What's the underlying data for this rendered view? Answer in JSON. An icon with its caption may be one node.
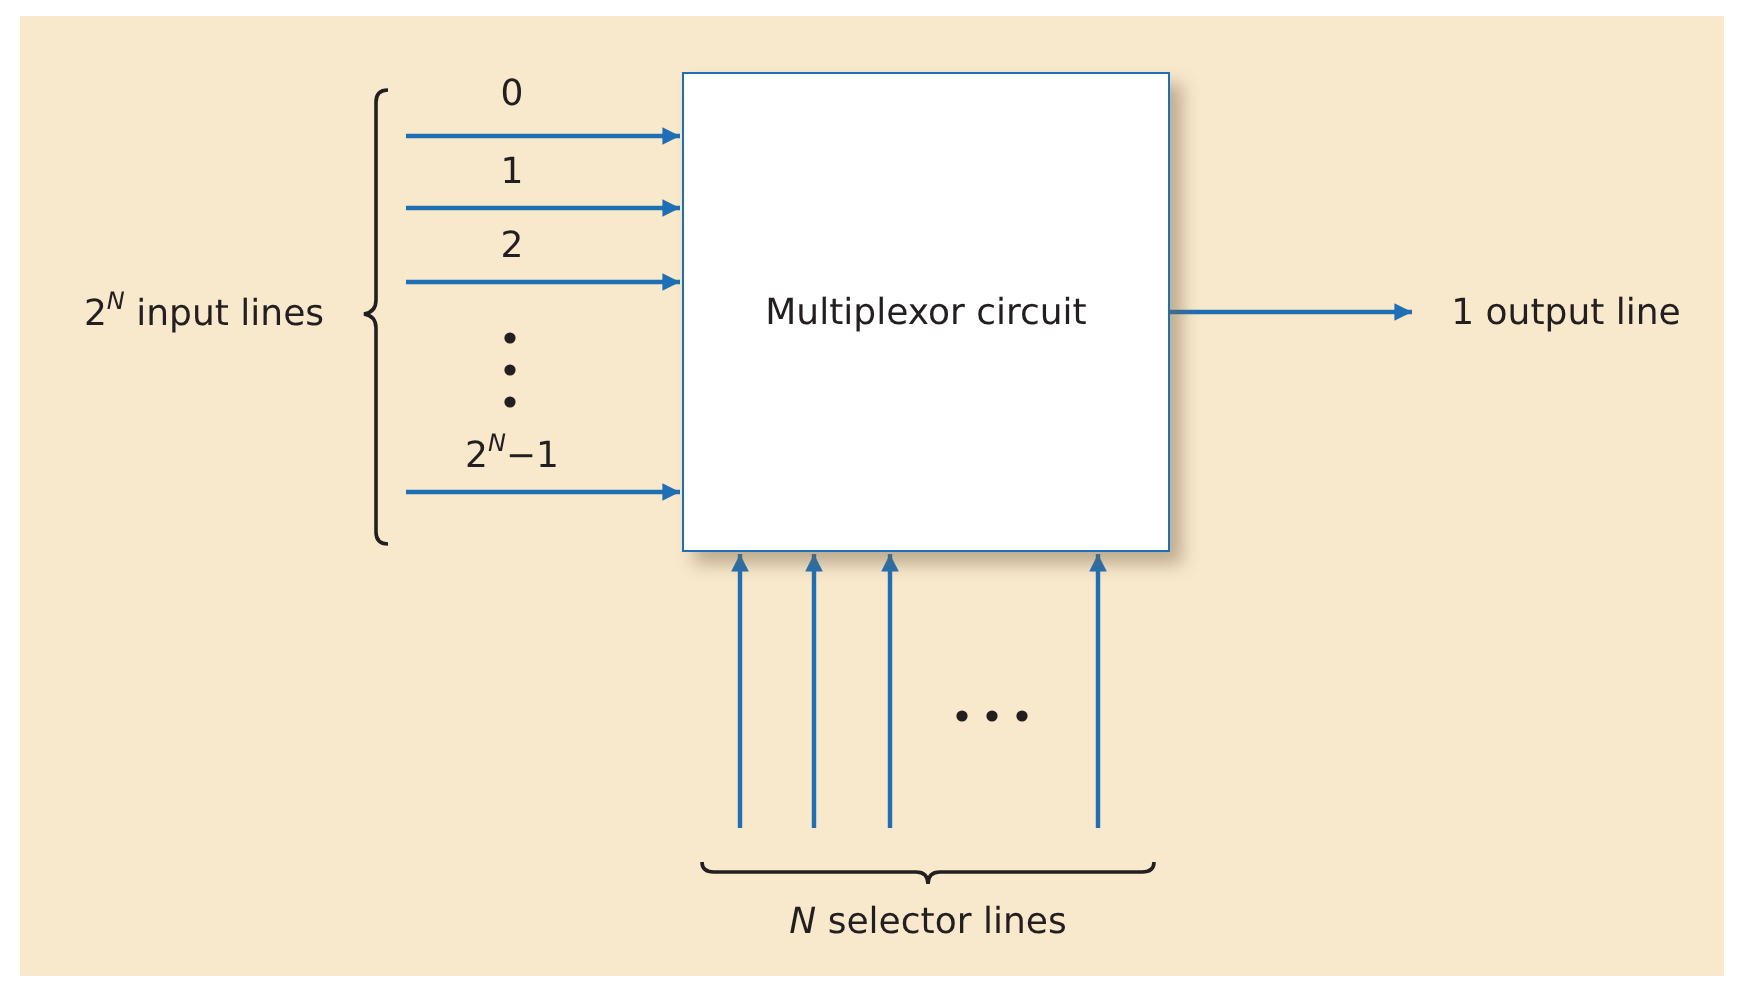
{
  "diagram": {
    "nodes": [
      {
        "text": [
          "Multiplexor circuit"
        ]
      },
      {
        "text": [
          "1 output line"
        ]
      }
    ],
    "edges": [
      {
        "from": null,
        "to": 0,
        "arrow": "to",
        "label": "0"
      },
      {
        "from": null,
        "to": 0,
        "arrow": "to",
        "label": "1"
      },
      {
        "from": null,
        "to": 0,
        "arrow": "to",
        "label": "2"
      },
      {
        "from": null,
        "to": 0,
        "arrow": "to",
        "label": "2$^{N}$−1"
      },
      {
        "from": 0,
        "to": 1,
        "arrow": "to"
      },
      {
        "from": null,
        "to": 0,
        "arrow": "to"
      },
      {
        "from": null,
        "to": 0,
        "arrow": "to"
      },
      {
        "from": null,
        "to": 0,
        "arrow": "to"
      },
      {
        "from": null,
        "to": 0,
        "arrow": "to"
      }
    ],
    "labels": [
      "2$^{N}$ input lines",
      "*N* selector lines"
    ]
  }
}
